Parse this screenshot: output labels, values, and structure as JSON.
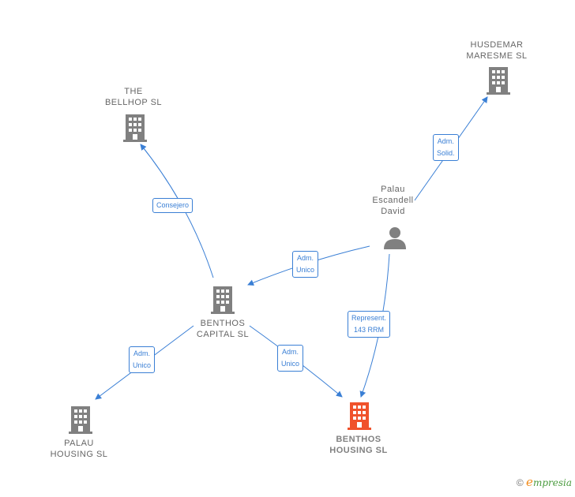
{
  "nodes": {
    "the_bellhop": {
      "name": "THE\nBELLHOP  SL"
    },
    "husdemar": {
      "name": "HUSDEMAR\nMARESME  SL"
    },
    "palau_person": {
      "name": "Palau\nEscandell\nDavid"
    },
    "benthos_capital": {
      "name": "BENTHOS\nCAPITAL  SL"
    },
    "palau_housing": {
      "name": "PALAU\nHOUSING  SL"
    },
    "benthos_housing": {
      "name": "BENTHOS\nHOUSING  SL"
    }
  },
  "edges": {
    "consejero": "Consejero",
    "adm_solid": "Adm.\nSolid.",
    "adm_unico_person": "Adm.\nUnico",
    "represent": "Represent.\n143 RRM",
    "adm_unico_palau": "Adm.\nUnico",
    "adm_unico_benthos": "Adm.\nUnico"
  },
  "colors": {
    "edge": "#3a7fd5",
    "company": "#808080",
    "highlight": "#f0522b"
  },
  "footer": {
    "copyright": "©",
    "brand_initial": "e",
    "brand_rest": "mpresia"
  }
}
